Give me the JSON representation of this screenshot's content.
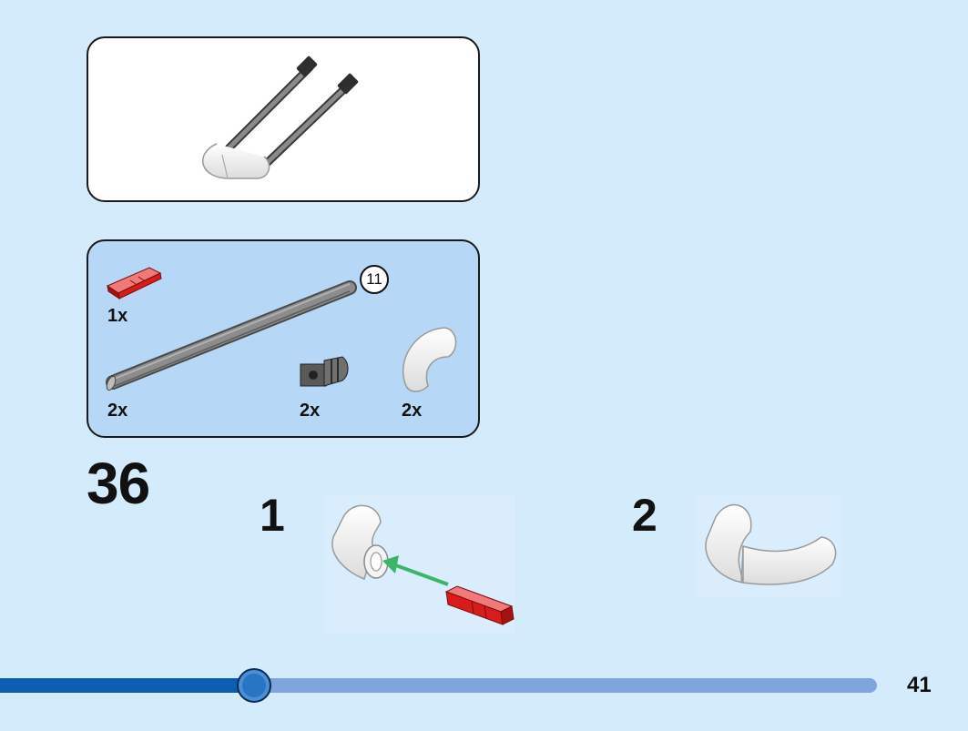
{
  "step": {
    "number": "36",
    "substeps": [
      "1",
      "2"
    ]
  },
  "parts": [
    {
      "name": "red connector pin",
      "quantity": "1x"
    },
    {
      "name": "gray axle",
      "quantity": "2x",
      "length": "11"
    },
    {
      "name": "gray bushing",
      "quantity": "2x"
    },
    {
      "name": "white curved tube",
      "quantity": "2x"
    }
  ],
  "page": {
    "number": "41",
    "progress": 0.29
  },
  "colors": {
    "background": "#d4ebfb",
    "parts_panel": "#b7d7f6",
    "progress_fill": "#0d5db0",
    "progress_track": "#7fa5dc",
    "connector_red": "#d81c1c",
    "axle_gray": "#7a7a7a",
    "arrow_green": "#3cb56a"
  }
}
